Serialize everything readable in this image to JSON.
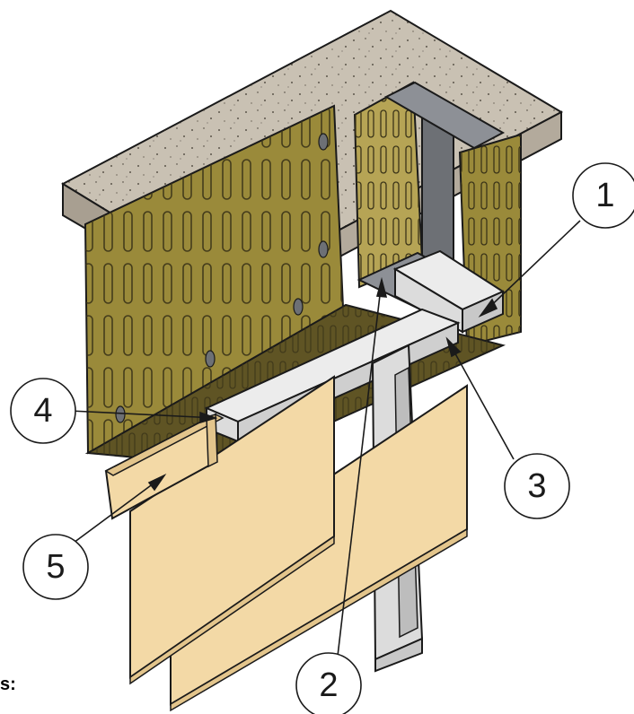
{
  "diagram": {
    "callouts": [
      {
        "id": "1",
        "label": "1"
      },
      {
        "id": "2",
        "label": "2"
      },
      {
        "id": "3",
        "label": "3"
      },
      {
        "id": "4",
        "label": "4"
      },
      {
        "id": "5",
        "label": "5"
      }
    ],
    "caption": "s:"
  },
  "colors": {
    "concrete": "#c9c1b3",
    "concrete_side": "#a89f91",
    "insulation": "#9a8a3a",
    "insulation_dark": "#5f5424",
    "insulation_light": "#b6a455",
    "steel": "#6d7075",
    "steel_light": "#8d9096",
    "profile": "#dcdcdc",
    "board": "#f3d9a6",
    "board_edge": "#e3c58c",
    "line": "#1a1a1a"
  }
}
